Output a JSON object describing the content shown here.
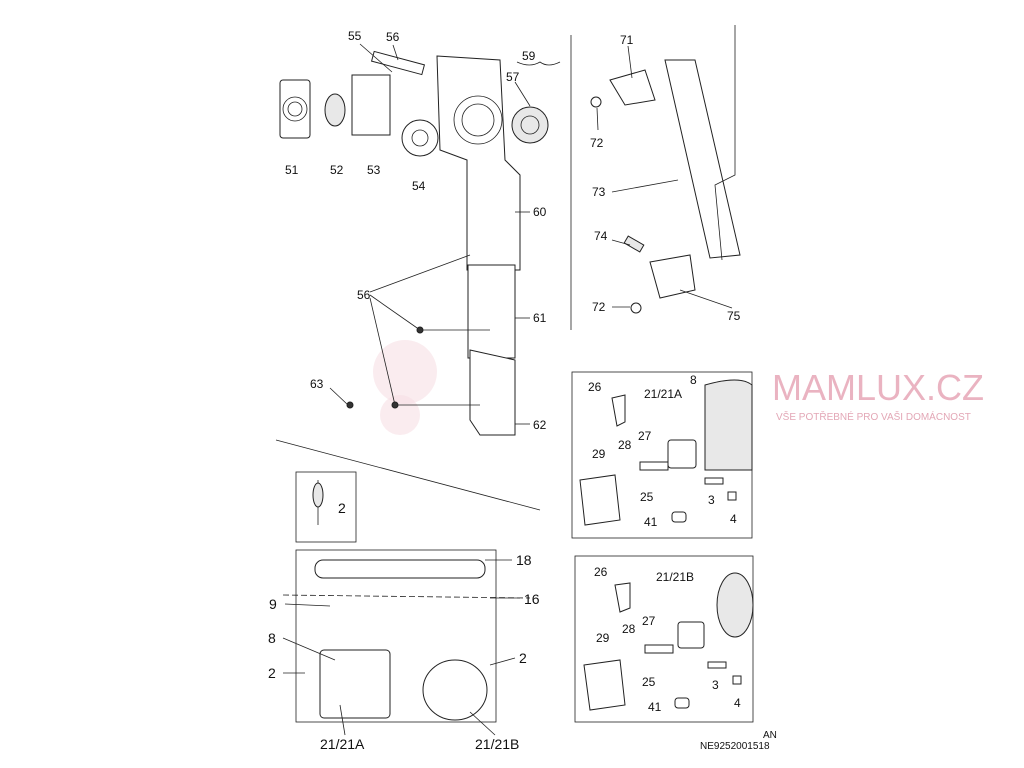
{
  "diagram": {
    "labels": [
      "55",
      "56",
      "59",
      "57",
      "51",
      "52",
      "53",
      "54",
      "60",
      "56",
      "61",
      "63",
      "62",
      "71",
      "72",
      "73",
      "74",
      "72",
      "75",
      "26",
      "8",
      "21/21A",
      "27",
      "28",
      "29",
      "25",
      "3",
      "41",
      "4",
      "26",
      "21/21B",
      "27",
      "28",
      "29",
      "25",
      "3",
      "41",
      "4",
      "2",
      "18",
      "9",
      "16",
      "8",
      "2",
      "2",
      "21/21A",
      "21/21B"
    ],
    "watermark": {
      "brand": "MAMLUX.CZ",
      "tagline": "VŠE POTŘEBNÉ PRO VAŠI DOMÁCNOST"
    },
    "code_line1": "AN",
    "code_line2": "NE9252001518"
  }
}
